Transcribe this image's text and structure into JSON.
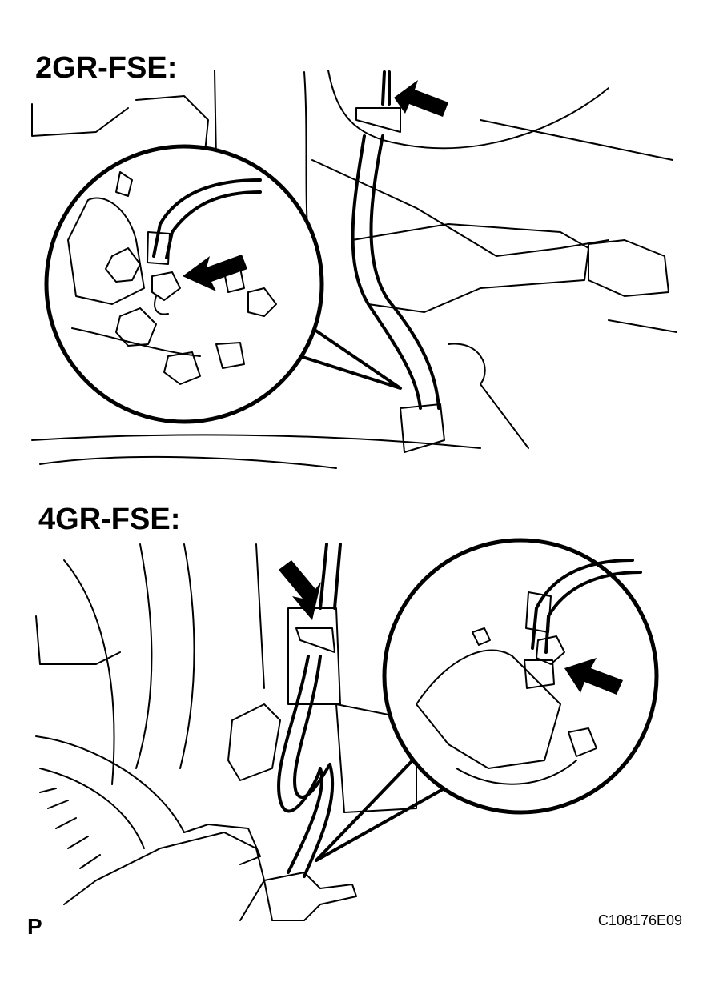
{
  "figure": {
    "panels": [
      {
        "label": "2GR-FSE:"
      },
      {
        "label": "4GR-FSE:"
      }
    ],
    "corner_mark": "P",
    "figure_code": "C108176E09"
  },
  "icons": {
    "arrows": [
      "callout-arrow",
      "callout-arrow",
      "callout-arrow",
      "callout-arrow"
    ],
    "detail_views": [
      "magnifier-circle",
      "magnifier-circle"
    ]
  }
}
